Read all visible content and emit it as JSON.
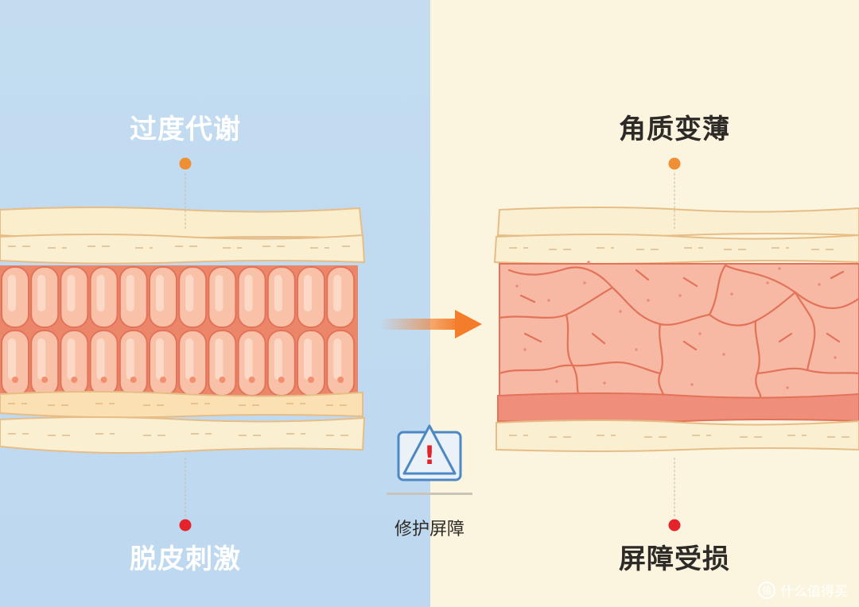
{
  "left": {
    "top_label": "过度代谢",
    "bottom_label": "脱皮刺激"
  },
  "right": {
    "top_label": "角质变薄",
    "bottom_label": "屏障受损"
  },
  "center": {
    "caption": "修护屏障",
    "warning_symbol": "!"
  },
  "watermark": {
    "icon_glyph": "值",
    "text": "什么值得买"
  },
  "colors": {
    "left_bg": "#c3dcf0",
    "right_bg": "#fbf4de",
    "accent_orange": "#f08e34",
    "accent_red": "#e5232b",
    "cell_fill": "#f9c2a8",
    "cell_stroke": "#e2735a"
  }
}
